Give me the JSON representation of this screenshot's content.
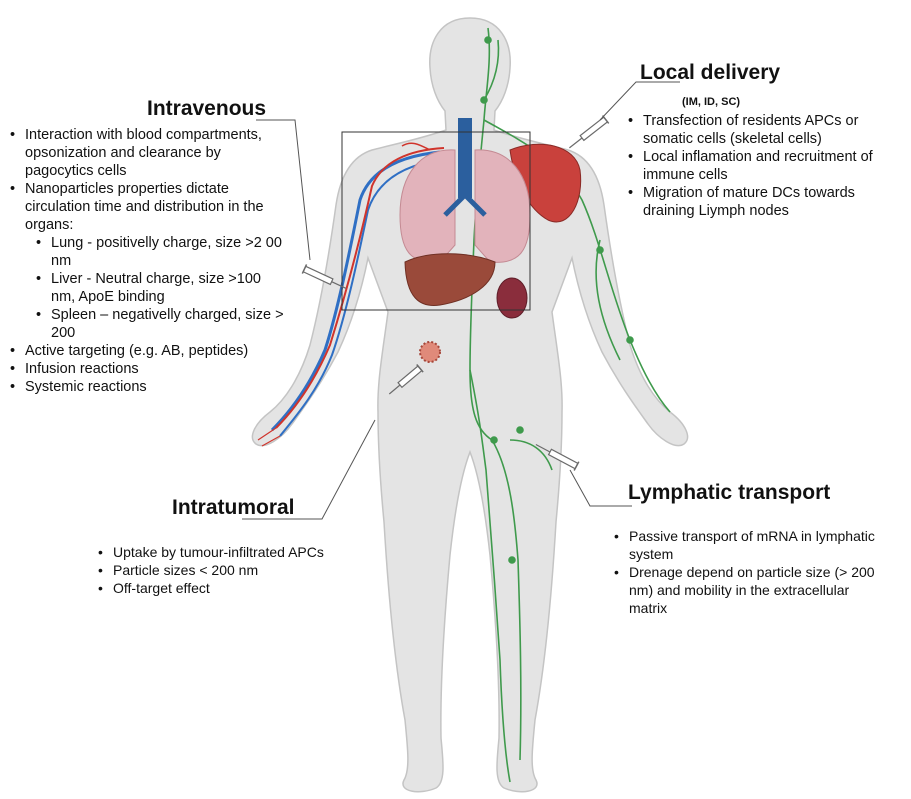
{
  "intravenous": {
    "title": "Intravenous",
    "items": [
      "Interaction with blood compartments, opsonization and clearance by pagocytics cells",
      "Nanoparticles properties dictate circulation time and distribution in the organs:"
    ],
    "sub_items": [
      "Lung - positivelly charge, size >2 00 nm",
      "Liver - Neutral charge, size >100 nm, ApoE binding",
      "Spleen – negativelly charged, size > 200"
    ],
    "items_after": [
      "Active targeting  (e.g. AB, peptides)",
      "Infusion reactions",
      "Systemic reactions"
    ]
  },
  "local_delivery": {
    "title": "Local delivery",
    "subtitle": "(IM, ID, SC)",
    "items": [
      "Transfection of residents APCs or somatic cells (skeletal cells)",
      "Local inflamation and recruitment of immune cells",
      "Migration of mature DCs towards draining Liymph nodes"
    ]
  },
  "intratumoral": {
    "title": "Intratumoral",
    "items": [
      "Uptake by tumour-infiltrated APCs",
      "Particle sizes < 200 nm",
      "Off-target effect"
    ]
  },
  "lymphatic": {
    "title": "Lymphatic transport",
    "items": [
      "Passive transport of mRNA in lymphatic system",
      "Drenage depend on particle size (> 200 nm) and mobility in the extracellular matrix"
    ]
  },
  "colors": {
    "body": "#e4e4e4",
    "body_outline": "#c4c4c4",
    "vein": "#2f6fc4",
    "artery": "#d0342c",
    "lymph": "#3f9a4c",
    "lung": "#e2b3bb",
    "trachea": "#2b5f9e",
    "liver": "#9a4a3a",
    "spleen": "#8a2d3c",
    "muscle": "#c9413c",
    "syringe": "#6b6b6b"
  }
}
